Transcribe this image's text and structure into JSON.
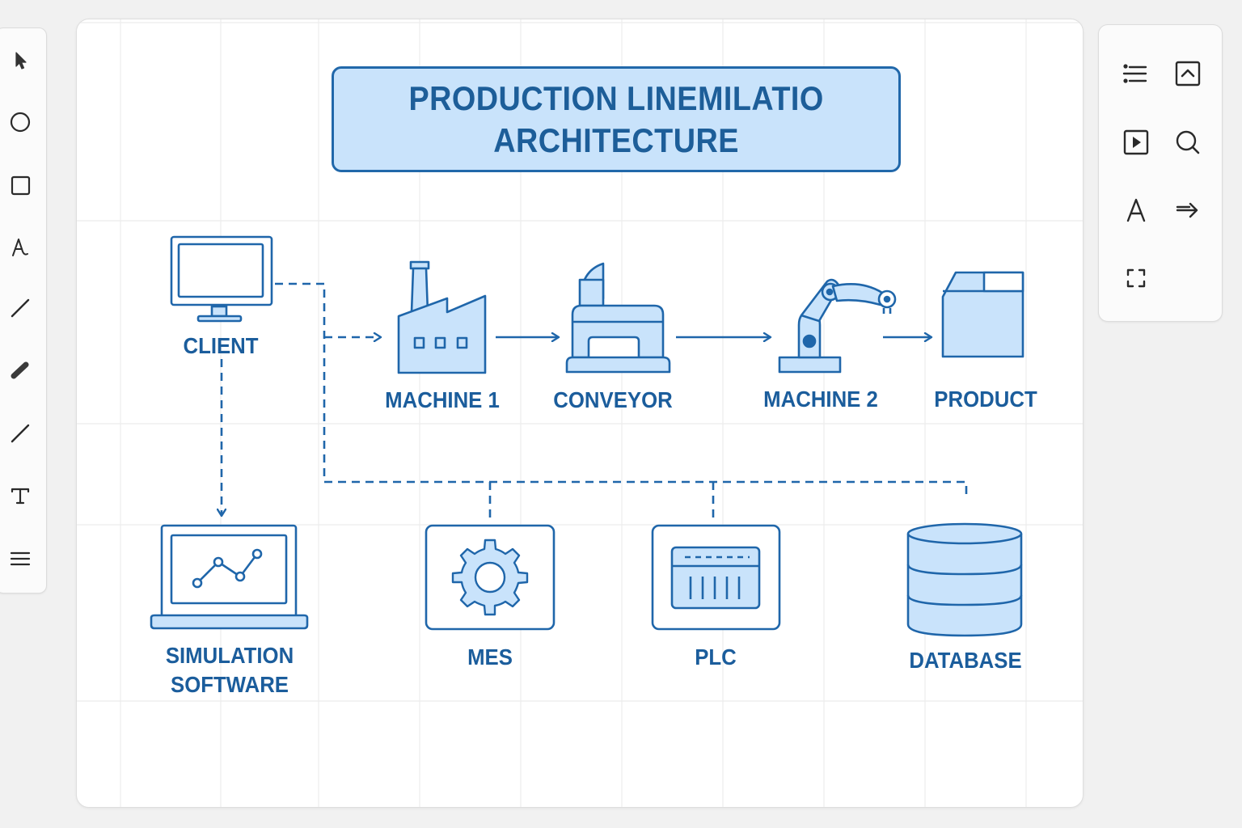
{
  "app": {
    "left_toolbar": {
      "tools": [
        {
          "name": "select",
          "icon": "cursor-arrow-icon"
        },
        {
          "name": "ellipse",
          "icon": "circle-icon"
        },
        {
          "name": "rectangle",
          "icon": "square-icon"
        },
        {
          "name": "handwriting",
          "icon": "handwriting-a-icon"
        },
        {
          "name": "line",
          "icon": "line-icon"
        },
        {
          "name": "marker",
          "icon": "marker-icon"
        },
        {
          "name": "pen",
          "icon": "pen-line-icon"
        },
        {
          "name": "text",
          "icon": "text-t-icon"
        },
        {
          "name": "menu",
          "icon": "menu-lines-icon"
        }
      ]
    },
    "right_panel": {
      "tools": [
        {
          "name": "list",
          "icon": "bullet-list-icon"
        },
        {
          "name": "collapse",
          "icon": "chevron-up-box-icon"
        },
        {
          "name": "present",
          "icon": "play-box-icon"
        },
        {
          "name": "search",
          "icon": "search-icon"
        },
        {
          "name": "font",
          "icon": "font-a-icon"
        },
        {
          "name": "arrow",
          "icon": "arrow-right-icon"
        },
        {
          "name": "fit",
          "icon": "fit-to-screen-icon"
        }
      ]
    }
  },
  "diagram": {
    "title_line1": "PRODUCTION LINEMILATIO",
    "title_line2": "ARCHITECTURE",
    "colors": {
      "stroke": "#1f66aa",
      "fill": "#c9e3fb",
      "text": "#1b5d9c",
      "grid": "#ececec"
    },
    "nodes": {
      "client": "CLIENT",
      "machine1": "MACHINE 1",
      "conveyor": "CONVEYOR",
      "machine2": "MACHINE 2",
      "product": "PRODUCT",
      "simulation_line1": "SIMULATION",
      "simulation_line2": "SOFTWARE",
      "mes": "MES",
      "plc": "PLC",
      "database": "DATABASE"
    },
    "connections": [
      {
        "from": "client",
        "to": "machine1",
        "style": "dashed"
      },
      {
        "from": "machine1",
        "to": "conveyor",
        "style": "solid"
      },
      {
        "from": "conveyor",
        "to": "machine2",
        "style": "solid"
      },
      {
        "from": "machine2",
        "to": "product",
        "style": "solid"
      },
      {
        "from": "client",
        "to": "simulation",
        "style": "dashed"
      },
      {
        "from": "client",
        "to": "mes",
        "style": "dashed"
      },
      {
        "from": "client",
        "to": "plc",
        "style": "dashed"
      },
      {
        "from": "client",
        "to": "database",
        "style": "dashed"
      }
    ]
  }
}
